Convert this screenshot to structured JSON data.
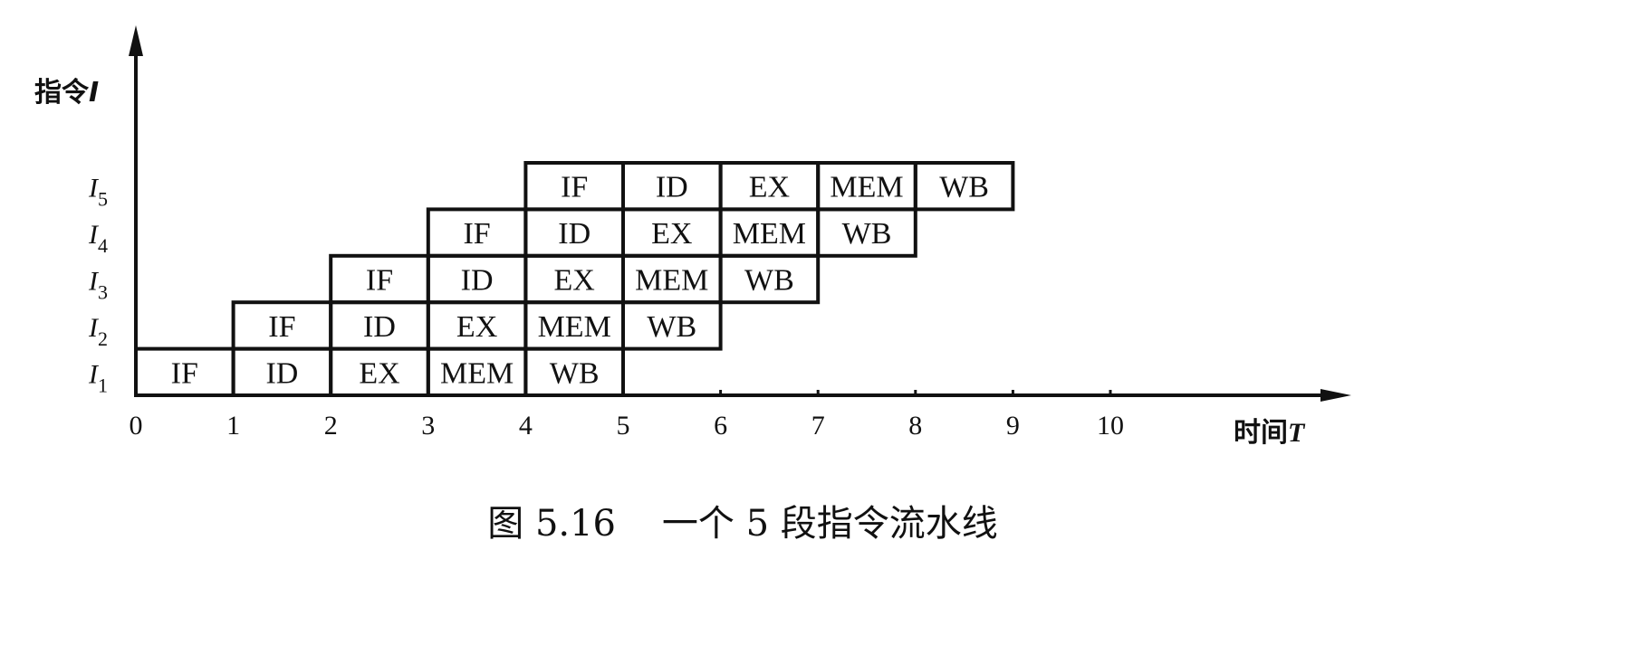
{
  "diagram": {
    "y_axis_label": "指令",
    "y_axis_var": "I",
    "x_axis_label": "时间",
    "x_axis_var": "T",
    "x_ticks": [
      "0",
      "1",
      "2",
      "3",
      "4",
      "5",
      "6",
      "7",
      "8",
      "9",
      "10"
    ],
    "stages": [
      "IF",
      "ID",
      "EX",
      "MEM",
      "WB"
    ],
    "instructions": [
      {
        "name": "I",
        "sub": "1",
        "start": 0
      },
      {
        "name": "I",
        "sub": "2",
        "start": 1
      },
      {
        "name": "I",
        "sub": "3",
        "start": 2
      },
      {
        "name": "I",
        "sub": "4",
        "start": 3
      },
      {
        "name": "I",
        "sub": "5",
        "start": 4
      }
    ],
    "caption": "图 5.16    一个 5 段指令流水线",
    "color": "#111111"
  }
}
